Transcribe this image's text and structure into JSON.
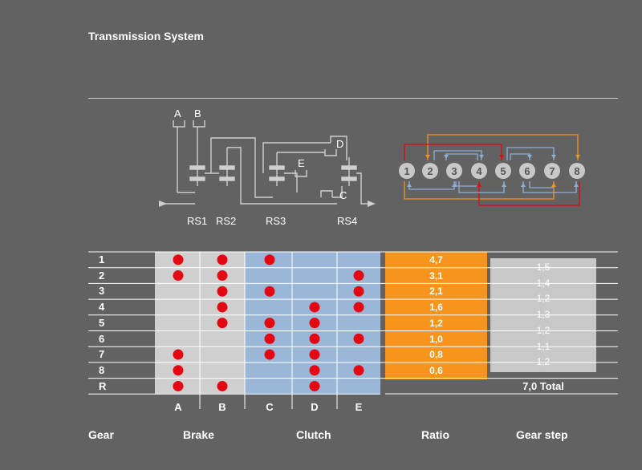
{
  "title": "Transmission System",
  "schematic": {
    "top_labels": [
      "A",
      "B"
    ],
    "side_labels": {
      "D": "D",
      "E": "E",
      "C": "C"
    },
    "gear_sets": [
      "RS1",
      "RS2",
      "RS3",
      "RS4"
    ]
  },
  "nodes": [
    "1",
    "2",
    "3",
    "4",
    "5",
    "6",
    "7",
    "8"
  ],
  "colors": {
    "background": "#626262",
    "brake": "#cfcfcf",
    "clutch": "#9ab7d8",
    "ratio": "#f7941d",
    "dot": "#e30613",
    "step": "#c8c8c8",
    "arrow_red": "#e30613",
    "arrow_orange": "#f7941d",
    "arrow_blue": "#8fb0d6"
  },
  "table": {
    "gears": [
      "1",
      "2",
      "3",
      "4",
      "5",
      "6",
      "7",
      "8",
      "R"
    ],
    "columns": [
      "A",
      "B",
      "C",
      "D",
      "E"
    ],
    "engaged": [
      [
        "A",
        "B",
        "C"
      ],
      [
        "A",
        "B",
        "E"
      ],
      [
        "B",
        "C",
        "E"
      ],
      [
        "B",
        "D",
        "E"
      ],
      [
        "B",
        "C",
        "D"
      ],
      [
        "C",
        "D",
        "E"
      ],
      [
        "A",
        "C",
        "D"
      ],
      [
        "A",
        "D",
        "E"
      ],
      [
        "A",
        "B",
        "D"
      ]
    ],
    "ratios": [
      "4,7",
      "3,1",
      "2,1",
      "1,6",
      "1,2",
      "1,0",
      "0,8",
      "0,6"
    ],
    "steps": [
      "1,5",
      "1,4",
      "1,2",
      "1,3",
      "1,2",
      "1,1",
      "1,2"
    ],
    "total": "7,0 Total"
  },
  "footer": {
    "gear": "Gear",
    "brake": "Brake",
    "clutch": "Clutch",
    "ratio": "Ratio",
    "gear_step": "Gear step"
  }
}
